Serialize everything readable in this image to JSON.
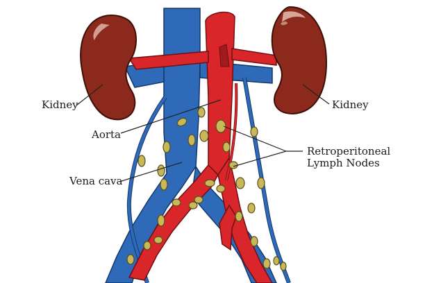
{
  "labels": {
    "kidney_left": "Kidney",
    "kidney_right": "Kidney",
    "aorta": "Aorta",
    "vena_cava": "Vena cava",
    "lymph_nodes_line1": "Retroperitoneal",
    "lymph_nodes_line2": "Lymph Nodes"
  },
  "colors": {
    "kidney": "#8b2a1c",
    "kidney_highlight": "#e9c5b8",
    "artery": "#d9262a",
    "artery_dark": "#a11a1d",
    "vein": "#2f6ab8",
    "vein_dark": "#1f4d8e",
    "lymph_node": "#c9b85a",
    "lymph_node_dark": "#8a7a2e",
    "leader_line": "#222222"
  }
}
